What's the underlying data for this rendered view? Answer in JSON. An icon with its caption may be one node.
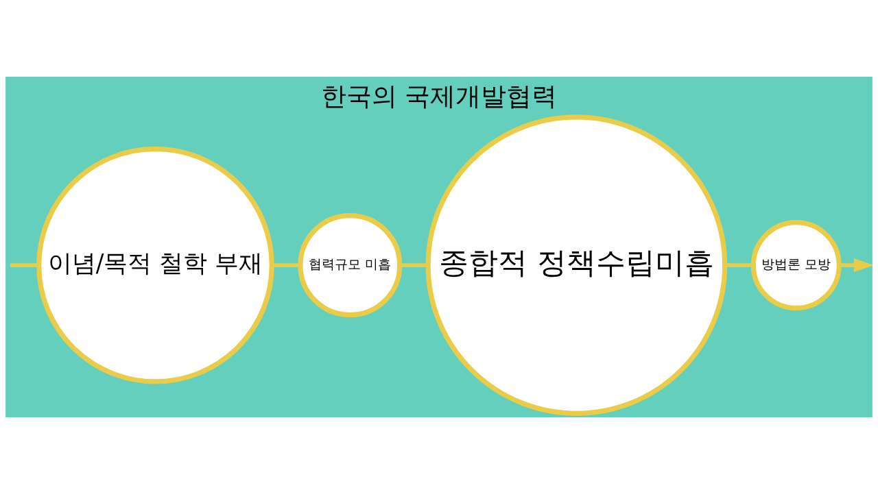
{
  "diagram": {
    "title": "한국의 국제개발협력",
    "nodes": [
      {
        "text": [
          "이념/목적 철학 부재"
        ]
      },
      {
        "text": [
          "협력규모 미흡"
        ]
      },
      {
        "text": [
          "종합적 정책수립미흡"
        ]
      },
      {
        "text": [
          "방법론 모방"
        ]
      }
    ],
    "edges": [
      {
        "from": null,
        "to": 0,
        "arrow": "none"
      },
      {
        "from": 0,
        "to": 1,
        "arrow": "none"
      },
      {
        "from": 1,
        "to": 2,
        "arrow": "none"
      },
      {
        "from": 2,
        "to": 3,
        "arrow": "none"
      },
      {
        "from": 3,
        "to": null,
        "arrow": "to"
      }
    ]
  }
}
